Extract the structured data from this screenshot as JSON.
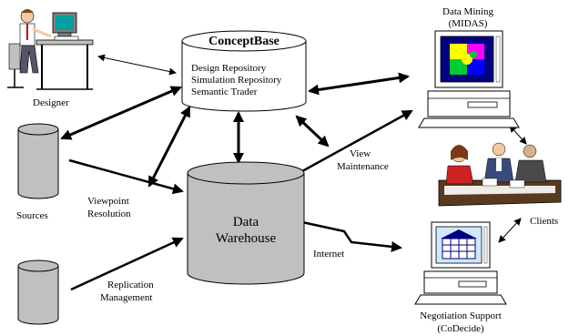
{
  "concept_base": {
    "title": "ConceptBase",
    "lines": [
      "Design Repository",
      "Simulation Repository",
      "Semantic Trader"
    ]
  },
  "designer": {
    "label": "Designer"
  },
  "sources": {
    "label": "Sources"
  },
  "warehouse": {
    "line1": "Data",
    "line2": "Warehouse"
  },
  "data_mining": {
    "line1": "Data Mining",
    "line2": "(MIDAS)"
  },
  "clients": {
    "label": "Clients"
  },
  "negotiation": {
    "line1": "Negotiation Support",
    "line2": "(CoDecide)"
  },
  "edges": {
    "viewpoint_line1": "Viewpoint",
    "viewpoint_line2": "Resolution",
    "replication_line1": "Replication",
    "replication_line2": "Management",
    "view_line1": "View",
    "view_line2": "Maintenance",
    "internet": "Internet"
  },
  "colors": {
    "warehouse_fill": "#c0c0c0",
    "monitor_screen": "#000080",
    "puzzle_yellow": "#ffff00",
    "puzzle_magenta": "#ff00ff",
    "puzzle_green": "#00cc33",
    "puzzle_blue": "#0000ff",
    "grid_screen": "#cfe8ff"
  },
  "icons": [
    "designer-workstation-icon",
    "clients-meeting-icon",
    "puzzle-monitor-icon",
    "grid-monitor-icon"
  ]
}
